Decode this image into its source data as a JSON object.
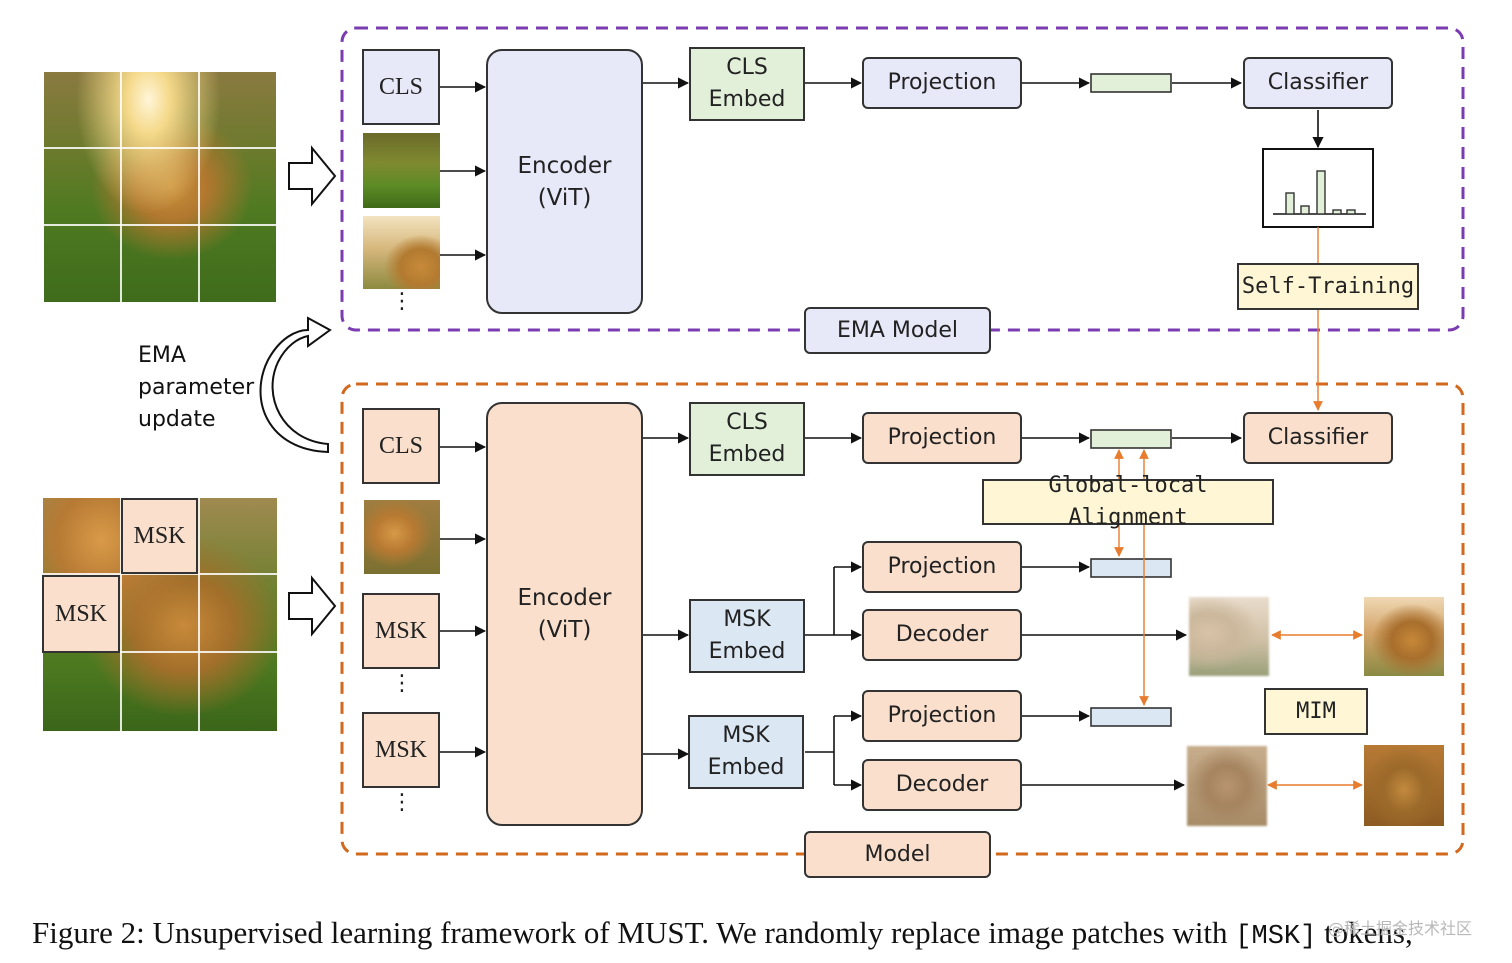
{
  "labels": {
    "cls": "CLS",
    "msk": "MSK",
    "encoder_line1": "Encoder",
    "encoder_line2": "(ViT)",
    "cls_embed_line1": "CLS",
    "cls_embed_line2": "Embed",
    "msk_embed_line1": "MSK",
    "msk_embed_line2": "Embed",
    "projection": "Projection",
    "classifier": "Classifier",
    "decoder": "Decoder",
    "self_training": "Self-Training",
    "global_local_alignment": "Global-local Alignment",
    "ema_model": "EMA Model",
    "model": "Model",
    "mim": "MIM",
    "ema_update_line1": "EMA",
    "ema_update_line2": "parameter",
    "ema_update_line3": "update",
    "ellipsis": "⋮"
  },
  "caption": {
    "text_before": "Figure 2:  Unsupervised learning framework of MUST. We randomly replace image patches with ",
    "token": "[MSK]",
    "text_after": " tokens,"
  },
  "watermark": "@稀土掘金技术社区",
  "colors": {
    "ema_border": "#7a3cb0",
    "model_border": "#d2691e",
    "orange_arrow": "#e87c2e",
    "purple_fill": "#e7e8f8",
    "peach_fill": "#f9dfcc",
    "green_fill": "#e2f0da",
    "blue_fill": "#dce7f4",
    "yellow_fill": "#fef6d4"
  }
}
